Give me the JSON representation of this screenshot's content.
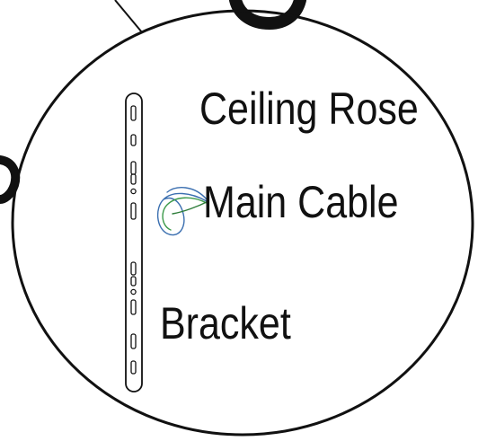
{
  "labels": {
    "ceiling_rose": "Ceiling Rose",
    "main_cable": "Main Cable",
    "bracket": "Bracket"
  },
  "colors": {
    "line": "#111111",
    "cable_blue": "#3b6fb0",
    "cable_green": "#3c9a4a",
    "background": "#ffffff"
  }
}
